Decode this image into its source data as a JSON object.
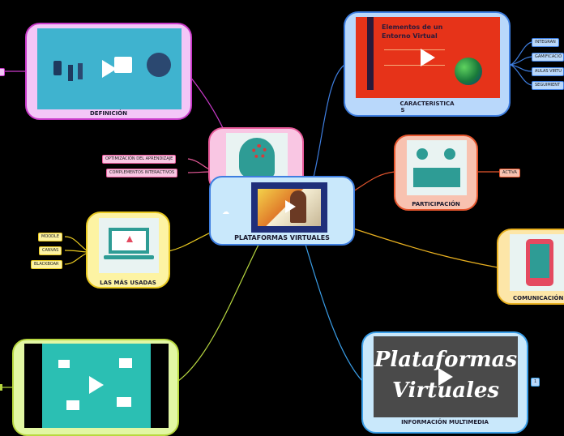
{
  "central": {
    "label": "PLATAFORMAS VIRTUALES"
  },
  "nodes": {
    "definicion": {
      "label": "DEFINICIÓN"
    },
    "caracteristicas": {
      "label_line1": "CARACTERISTICA",
      "label_line2": "S",
      "slide_title_1": "Elementos de un",
      "slide_title_2": "Entorno Virtual"
    },
    "participacion": {
      "label": "PARTICIPACIÓN"
    },
    "comunicacion": {
      "label": "COMUNICACIÓN"
    },
    "mas_usadas": {
      "label": "LAS MÁS USADAS"
    },
    "multimedia": {
      "label": "INFORMACIÓN MULTIMEDIA",
      "image_text_1": "Plataformas",
      "image_text_2": "Virtuales"
    }
  },
  "tags": {
    "optimizacion": "OPTIMIZACIÓN DEL APRENDIZAJE",
    "complementos": "COMPLEMENTOS INTERACTIVOS",
    "moodle": "MOODLE",
    "canvas": "CANVAS",
    "blackboard": "BLACKBOAR",
    "integran": "INTEGRAN",
    "gamificacion": "GAMIFICACIÓ",
    "aulas": "AULAS VIRTU",
    "seguimiento": "SEGUIMIENT",
    "activa": "ACTIVA",
    "count": "1"
  },
  "colors": {
    "definicion_bg": "#f3c6f7",
    "caracteristicas_bg": "#b9d8fb",
    "participacion_bg": "#f8c2b0",
    "comunicacion_bg": "#fde6a8",
    "mas_usadas_bg": "#fdf3a3",
    "multimedia_bg": "#c9e8fb",
    "central_bg": "#c9e8fb",
    "pink_node_bg": "#f9c6e3",
    "green_node_bg": "#e2f7a4"
  }
}
